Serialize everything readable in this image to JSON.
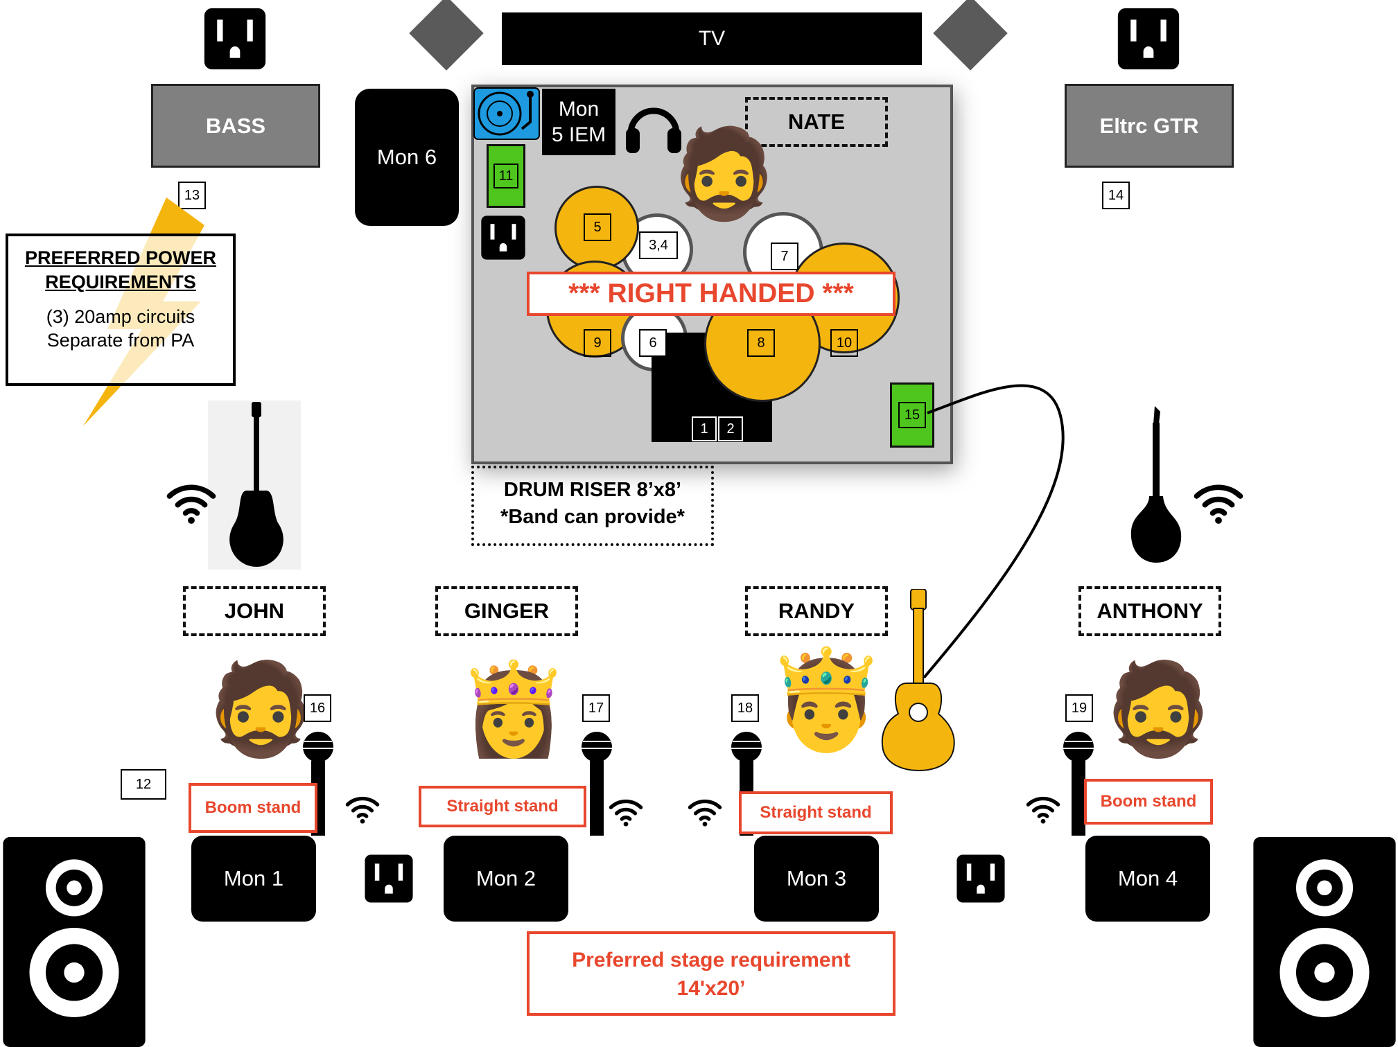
{
  "tv_label": "TV",
  "amps": {
    "bass": "BASS",
    "guitar": "Eltrc GTR"
  },
  "drum_riser": {
    "iem_line1": "Mon",
    "iem_line2": "5 IEM",
    "drummer_name": "NATE",
    "handed_warning": "*** RIGHT HANDED ***",
    "caption_line1": "DRUM RISER 8’x8’",
    "caption_line2": "*Band can provide*"
  },
  "monitors": {
    "mon6": "Mon 6",
    "mon1": "Mon 1",
    "mon2": "Mon 2",
    "mon3": "Mon 3",
    "mon4": "Mon 4"
  },
  "channels": {
    "c1": "1",
    "c2": "2",
    "c34": "3,4",
    "c5": "5",
    "c6": "6",
    "c7": "7",
    "c8": "8",
    "c9": "9",
    "c10": "10",
    "c11": "11",
    "c12": "12",
    "c13": "13",
    "c14": "14",
    "c15": "15",
    "c16": "16",
    "c17": "17",
    "c18": "18",
    "c19": "19"
  },
  "power_box": {
    "title_line1": "PREFERRED POWER",
    "title_line2": "REQUIREMENTS",
    "line1": "(3) 20amp circuits",
    "line2": "Separate from PA"
  },
  "members": [
    {
      "name": "JOHN",
      "stand": "Boom stand",
      "face": "🧔"
    },
    {
      "name": "GINGER",
      "stand": "Straight stand",
      "face": "👸"
    },
    {
      "name": "RANDY",
      "stand": "Straight stand",
      "face": "🤴"
    },
    {
      "name": "ANTHONY",
      "stand": "Boom stand",
      "face": "🧔"
    }
  ],
  "drummer_face": "🧔",
  "stage_requirement": {
    "line1": "Preferred stage requirement",
    "line2": "14'x20’"
  },
  "colors": {
    "accent_red": "#e8472e",
    "cymbal_gold": "#f5b50f",
    "pedal_green": "#4fc61e",
    "turntable_blue": "#1e9be0"
  },
  "icons": [
    "outlet-icon",
    "speaker-icon",
    "wifi-icon",
    "microphone-icon",
    "bass-guitar-icon",
    "electric-guitar-icon",
    "acoustic-guitar-icon",
    "turntable-icon",
    "headphones-icon",
    "lightning-icon"
  ]
}
